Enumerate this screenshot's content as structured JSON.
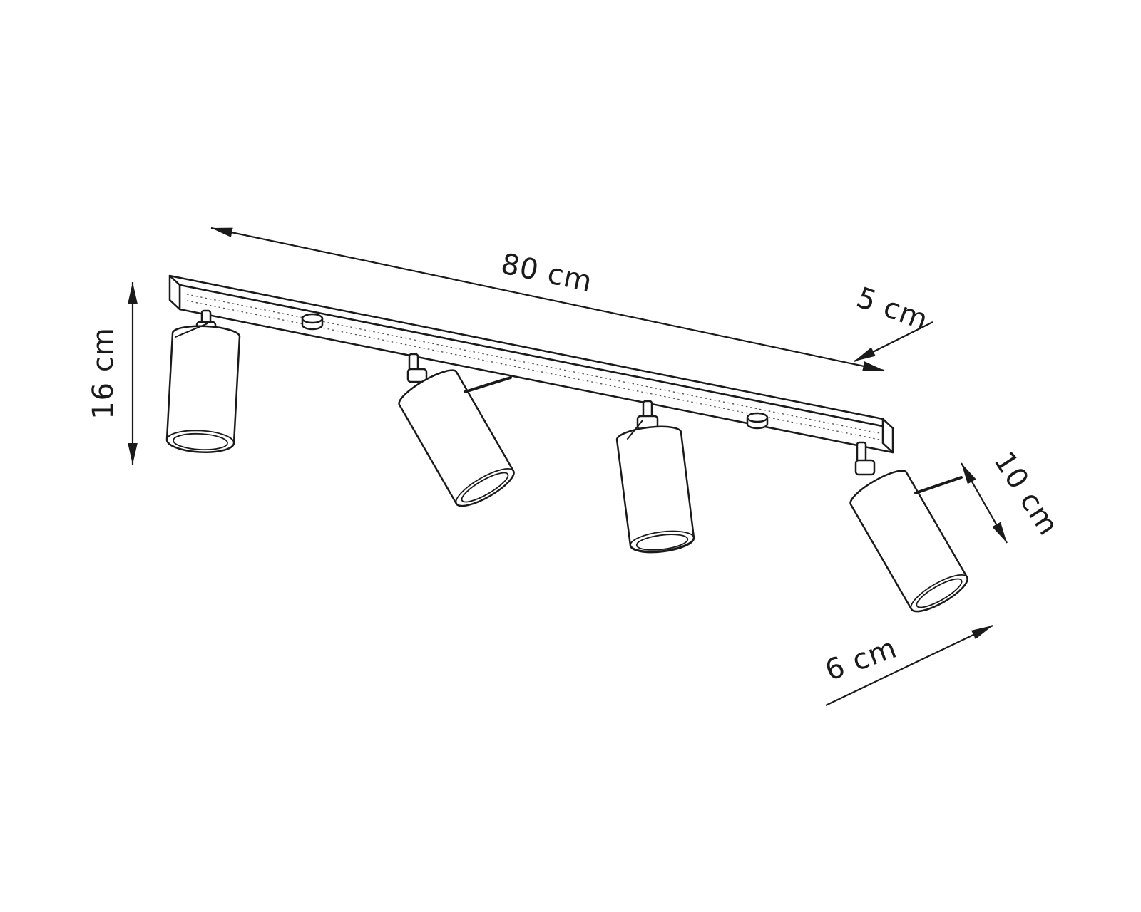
{
  "dimensions": {
    "rail_length": "80 cm",
    "rail_depth": "5 cm",
    "fixture_height": "16 cm",
    "shade_length": "10 cm",
    "shade_diameter": "6 cm"
  },
  "colors": {
    "line": "#1a1a1a",
    "background": "#ffffff"
  }
}
